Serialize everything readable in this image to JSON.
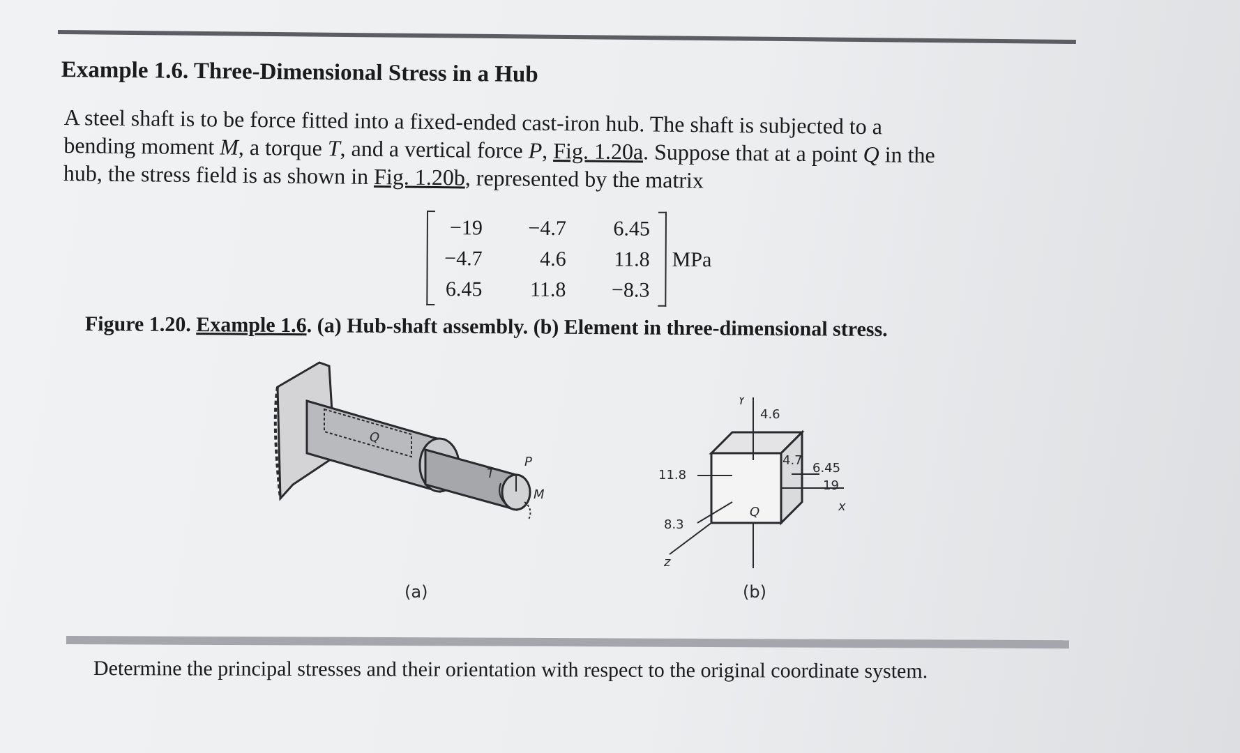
{
  "title": "Example 1.6. Three-Dimensional Stress in a Hub",
  "paragraph": {
    "line1": "A steel shaft is to be force fitted into a fixed-ended cast-iron hub. The shaft is subjected to a",
    "line2_a": "bending moment ",
    "line2_M": "M",
    "line2_b": ", a torque ",
    "line2_T": "T",
    "line2_c": ", and a vertical force ",
    "line2_P": "P",
    "line2_d": ", ",
    "line2_link": "Fig. 1.20a",
    "line2_e": ". Suppose that at a point ",
    "line2_Q": "Q",
    "line2_f": " in the",
    "line3_a": "hub, the stress field is as shown in ",
    "line3_link": "Fig. 1.20b",
    "line3_b": ", represented by the matrix"
  },
  "matrix": {
    "rows": [
      [
        "−19",
        "−4.7",
        "6.45"
      ],
      [
        "−4.7",
        "4.6",
        "11.8"
      ],
      [
        "6.45",
        "11.8",
        "−8.3"
      ]
    ],
    "unit": "MPa"
  },
  "caption": {
    "prefix": "Figure 1.20. ",
    "link": "Example 1.6",
    "rest": ". (a) Hub-shaft assembly. (b) Element in three-dimensional stress."
  },
  "figure_a": {
    "label": "(a)",
    "point": "Q",
    "force": "P",
    "torque": "T",
    "moment": "M"
  },
  "figure_b": {
    "label": "(b)",
    "axis_y": "Y",
    "axis_x": "x",
    "axis_z": "z",
    "point": "Q",
    "s_y": "4.6",
    "t_xy": "4.7",
    "t_xz": "6.45",
    "s_x": "19",
    "t_yz": "11.8",
    "s_z": "8.3"
  },
  "question": "Determine the principal stresses and their orientation with respect to the original coordinate system."
}
